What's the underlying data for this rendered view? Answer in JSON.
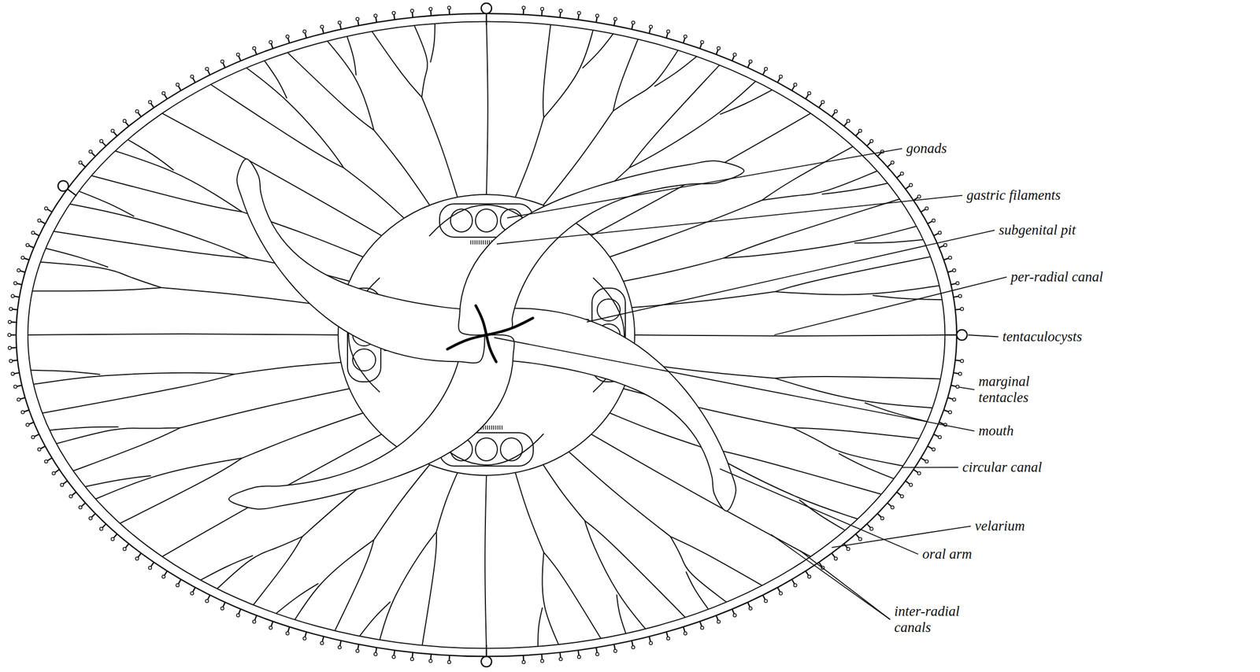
{
  "diagram": {
    "labels": [
      "gonads",
      "gastric filaments",
      "subgenital pit",
      "per-radial canal",
      "tentaculocysts",
      "marginal tentacles",
      "mouth",
      "circular canal",
      "velarium",
      "oral arm",
      "inter-radial canals"
    ]
  }
}
